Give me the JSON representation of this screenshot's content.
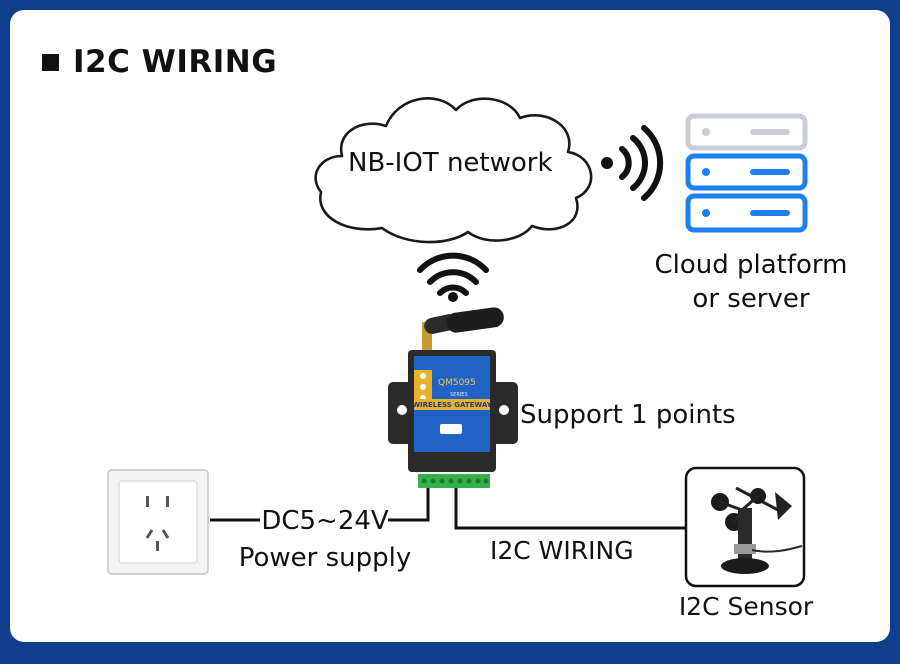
{
  "heading": "I2C WIRING",
  "cloud_label": "NB-IOT network",
  "server_label_line1": "Cloud platform",
  "server_label_line2": "or server",
  "gateway": {
    "model": "QM5095",
    "series": "SERIES",
    "name": "WIRELESS GATEWAY"
  },
  "support_label": "Support 1 points",
  "power_label_line1": "DC5~24V",
  "power_label_line2": "Power supply",
  "wiring_label": "I2C WIRING",
  "sensor_label": "I2C Sensor",
  "colors": {
    "border": "#0f3f8c",
    "server_blue": "#1e7ff0",
    "server_grey": "#c9ced6",
    "gateway_blue": "#2163c4",
    "terminal_green": "#35b04a"
  }
}
